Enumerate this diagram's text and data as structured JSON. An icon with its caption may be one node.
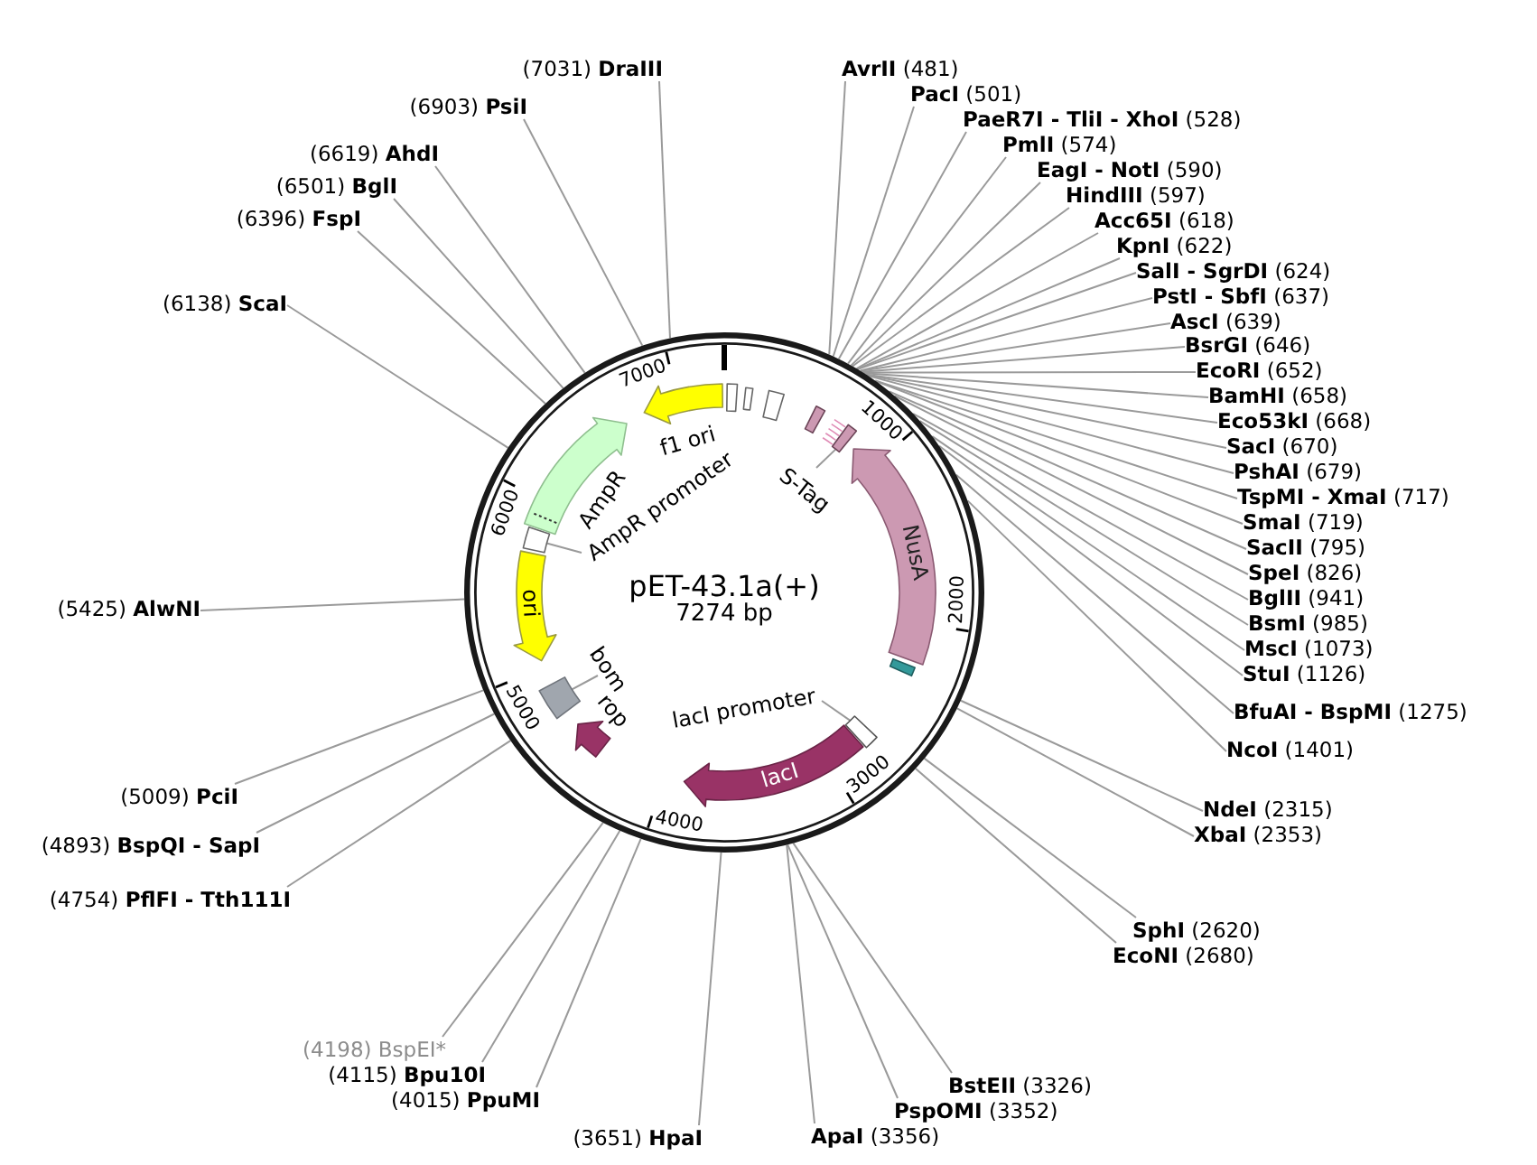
{
  "diagram": {
    "nodes": [
      {
        "text": [
          "pET-43.1a(+)",
          "7274 bp"
        ]
      },
      {
        "text": [],
        "shape": "box",
        "in": 0
      },
      {
        "text": [],
        "shape": "box",
        "in": 0
      },
      {
        "text": [],
        "shape": "box",
        "in": 0
      },
      {
        "text": [],
        "shape": "box",
        "in": 0
      },
      {
        "text": [],
        "shape": "box",
        "in": 0
      },
      {
        "text": [
          "NusA"
        ],
        "in": 0
      },
      {
        "text": [],
        "shape": "box",
        "in": 0
      },
      {
        "text": [],
        "shape": "box",
        "in": 0
      },
      {
        "text": [
          "lacI"
        ],
        "in": 0
      },
      {
        "text": [],
        "shape": "arrow",
        "beside": [
          "rop"
        ],
        "in": 0
      },
      {
        "text": [],
        "shape": "box",
        "in": 0
      },
      {
        "text": [
          "ori"
        ],
        "in": 0
      },
      {
        "text": [],
        "shape": "box",
        "in": 0
      },
      {
        "text": [],
        "shape": "arrow",
        "beside": [
          "AmpR"
        ],
        "in": 0
      },
      {
        "text": [],
        "shape": "arrow",
        "beside": [
          "f1 ori"
        ],
        "in": 0
      },
      {
        "text": [
          "S-Tag"
        ],
        "in": 0
      },
      {
        "text": [
          "lacI promoter"
        ],
        "in": 0
      },
      {
        "text": [
          "bom"
        ],
        "in": 0
      },
      {
        "text": [
          "AmpR promoter"
        ],
        "in": 0
      },
      {
        "text": [
          "**AvrII** (481)"
        ]
      },
      {
        "text": [
          "**PacI** (501)"
        ]
      },
      {
        "text": [
          "**PaeR7I - TliI - XhoI** (528)"
        ]
      },
      {
        "text": [
          "**PmlI** (574)"
        ]
      },
      {
        "text": [
          "**EagI - NotI** (590)"
        ]
      },
      {
        "text": [
          "**HindIII** (597)"
        ]
      },
      {
        "text": [
          "**Acc65I** (618)"
        ]
      },
      {
        "text": [
          "**KpnI** (622)"
        ]
      },
      {
        "text": [
          "**SalI - SgrDI** (624)"
        ]
      },
      {
        "text": [
          "**PstI - SbfI** (637)"
        ]
      },
      {
        "text": [
          "**AscI** (639)"
        ]
      },
      {
        "text": [
          "**BsrGI** (646)"
        ]
      },
      {
        "text": [
          "**EcoRI** (652)"
        ]
      },
      {
        "text": [
          "**BamHI** (658)"
        ]
      },
      {
        "text": [
          "**Eco53kI** (668)"
        ]
      },
      {
        "text": [
          "**SacI** (670)"
        ]
      },
      {
        "text": [
          "**PshAI** (679)"
        ]
      },
      {
        "text": [
          "**TspMI - XmaI** (717)"
        ]
      },
      {
        "text": [
          "**SmaI** (719)"
        ]
      },
      {
        "text": [
          "**SacII** (795)"
        ]
      },
      {
        "text": [
          "**SpeI** (826)"
        ]
      },
      {
        "text": [
          "**BglII** (941)"
        ]
      },
      {
        "text": [
          "**BsmI** (985)"
        ]
      },
      {
        "text": [
          "**MscI** (1073)"
        ]
      },
      {
        "text": [
          "**StuI** (1126)"
        ]
      },
      {
        "text": [
          "**BfuAI - BspMI** (1275)"
        ]
      },
      {
        "text": [
          "**NcoI** (1401)"
        ]
      },
      {
        "text": [
          "**NdeI** (2315)"
        ]
      },
      {
        "text": [
          "**XbaI** (2353)"
        ]
      },
      {
        "text": [
          "**SphI** (2620)"
        ]
      },
      {
        "text": [
          "**EcoNI** (2680)"
        ]
      },
      {
        "text": [
          "**BstEII** (3326)"
        ]
      },
      {
        "text": [
          "**PspOMI** (3352)"
        ]
      },
      {
        "text": [
          "**ApaI** (3356)"
        ]
      },
      {
        "text": [
          "(3651) **HpaI**"
        ]
      },
      {
        "text": [
          "(4015) **PpuMI**"
        ]
      },
      {
        "text": [
          "(4115) **Bpu10I**"
        ]
      },
      {
        "text": [
          "(4198) BspEI*"
        ]
      },
      {
        "text": [
          "(4754) **PflFI - Tth111I**"
        ]
      },
      {
        "text": [
          "(4893) **BspQI - SapI**"
        ]
      },
      {
        "text": [
          "(5009) **PciI**"
        ]
      },
      {
        "text": [
          "(5425) **AlwNI**"
        ]
      },
      {
        "text": [
          "(6138) **ScaI**"
        ]
      },
      {
        "text": [
          "(6396) **FspI**"
        ]
      },
      {
        "text": [
          "(6501) **BglI**"
        ]
      },
      {
        "text": [
          "(6619) **AhdI**"
        ]
      },
      {
        "text": [
          "(6903) **PsiI**"
        ]
      },
      {
        "text": [
          "(7031) **DraIII**"
        ]
      }
    ],
    "edges": [
      {
        "from": 16,
        "to": 5,
        "arrow": "none"
      },
      {
        "from": 17,
        "to": 8,
        "arrow": "none"
      },
      {
        "from": 18,
        "to": 11,
        "arrow": "none"
      },
      {
        "from": 19,
        "to": 13,
        "arrow": "none"
      },
      {
        "from": 20,
        "to": 0,
        "arrow": "none"
      },
      {
        "from": 21,
        "to": 0,
        "arrow": "none"
      },
      {
        "from": 22,
        "to": 0,
        "arrow": "none"
      },
      {
        "from": 23,
        "to": 0,
        "arrow": "none"
      },
      {
        "from": 24,
        "to": 0,
        "arrow": "none"
      },
      {
        "from": 25,
        "to": 0,
        "arrow": "none"
      },
      {
        "from": 26,
        "to": 0,
        "arrow": "none"
      },
      {
        "from": 27,
        "to": 0,
        "arrow": "none"
      },
      {
        "from": 28,
        "to": 0,
        "arrow": "none"
      },
      {
        "from": 29,
        "to": 0,
        "arrow": "none"
      },
      {
        "from": 30,
        "to": 0,
        "arrow": "none"
      },
      {
        "from": 31,
        "to": 0,
        "arrow": "none"
      },
      {
        "from": 32,
        "to": 0,
        "arrow": "none"
      },
      {
        "from": 33,
        "to": 0,
        "arrow": "none"
      },
      {
        "from": 34,
        "to": 0,
        "arrow": "none"
      },
      {
        "from": 35,
        "to": 0,
        "arrow": "none"
      },
      {
        "from": 36,
        "to": 0,
        "arrow": "none"
      },
      {
        "from": 37,
        "to": 0,
        "arrow": "none"
      },
      {
        "from": 38,
        "to": 0,
        "arrow": "none"
      },
      {
        "from": 39,
        "to": 0,
        "arrow": "none"
      },
      {
        "from": 40,
        "to": 0,
        "arrow": "none"
      },
      {
        "from": 41,
        "to": 0,
        "arrow": "none"
      },
      {
        "from": 42,
        "to": 0,
        "arrow": "none"
      },
      {
        "from": 43,
        "to": 0,
        "arrow": "none"
      },
      {
        "from": 44,
        "to": 0,
        "arrow": "none"
      },
      {
        "from": 45,
        "to": 0,
        "arrow": "none"
      },
      {
        "from": 46,
        "to": 0,
        "arrow": "none"
      },
      {
        "from": 47,
        "to": 0,
        "arrow": "none"
      },
      {
        "from": 48,
        "to": 0,
        "arrow": "none"
      },
      {
        "from": 49,
        "to": 0,
        "arrow": "none"
      },
      {
        "from": 50,
        "to": 0,
        "arrow": "none"
      },
      {
        "from": 51,
        "to": 0,
        "arrow": "none"
      },
      {
        "from": 52,
        "to": 0,
        "arrow": "none"
      },
      {
        "from": 53,
        "to": 0,
        "arrow": "none"
      },
      {
        "from": 54,
        "to": 0,
        "arrow": "none"
      },
      {
        "from": 55,
        "to": 0,
        "arrow": "none"
      },
      {
        "from": 56,
        "to": 0,
        "arrow": "none"
      },
      {
        "from": 57,
        "to": 0,
        "arrow": "none"
      },
      {
        "from": 58,
        "to": 0,
        "arrow": "none"
      },
      {
        "from": 59,
        "to": 0,
        "arrow": "none"
      },
      {
        "from": 60,
        "to": 0,
        "arrow": "none"
      },
      {
        "from": 61,
        "to": 0,
        "arrow": "none"
      },
      {
        "from": 62,
        "to": 0,
        "arrow": "none"
      },
      {
        "from": 63,
        "to": 0,
        "arrow": "none"
      },
      {
        "from": 64,
        "to": 0,
        "arrow": "none"
      },
      {
        "from": 65,
        "to": 0,
        "arrow": "none"
      },
      {
        "from": 66,
        "to": 0,
        "arrow": "none"
      },
      {
        "from": 67,
        "to": 0,
        "arrow": "none"
      }
    ],
    "labels": [
      "1000",
      "2000",
      "3000",
      "4000",
      "5000",
      "6000",
      "7000"
    ]
  }
}
